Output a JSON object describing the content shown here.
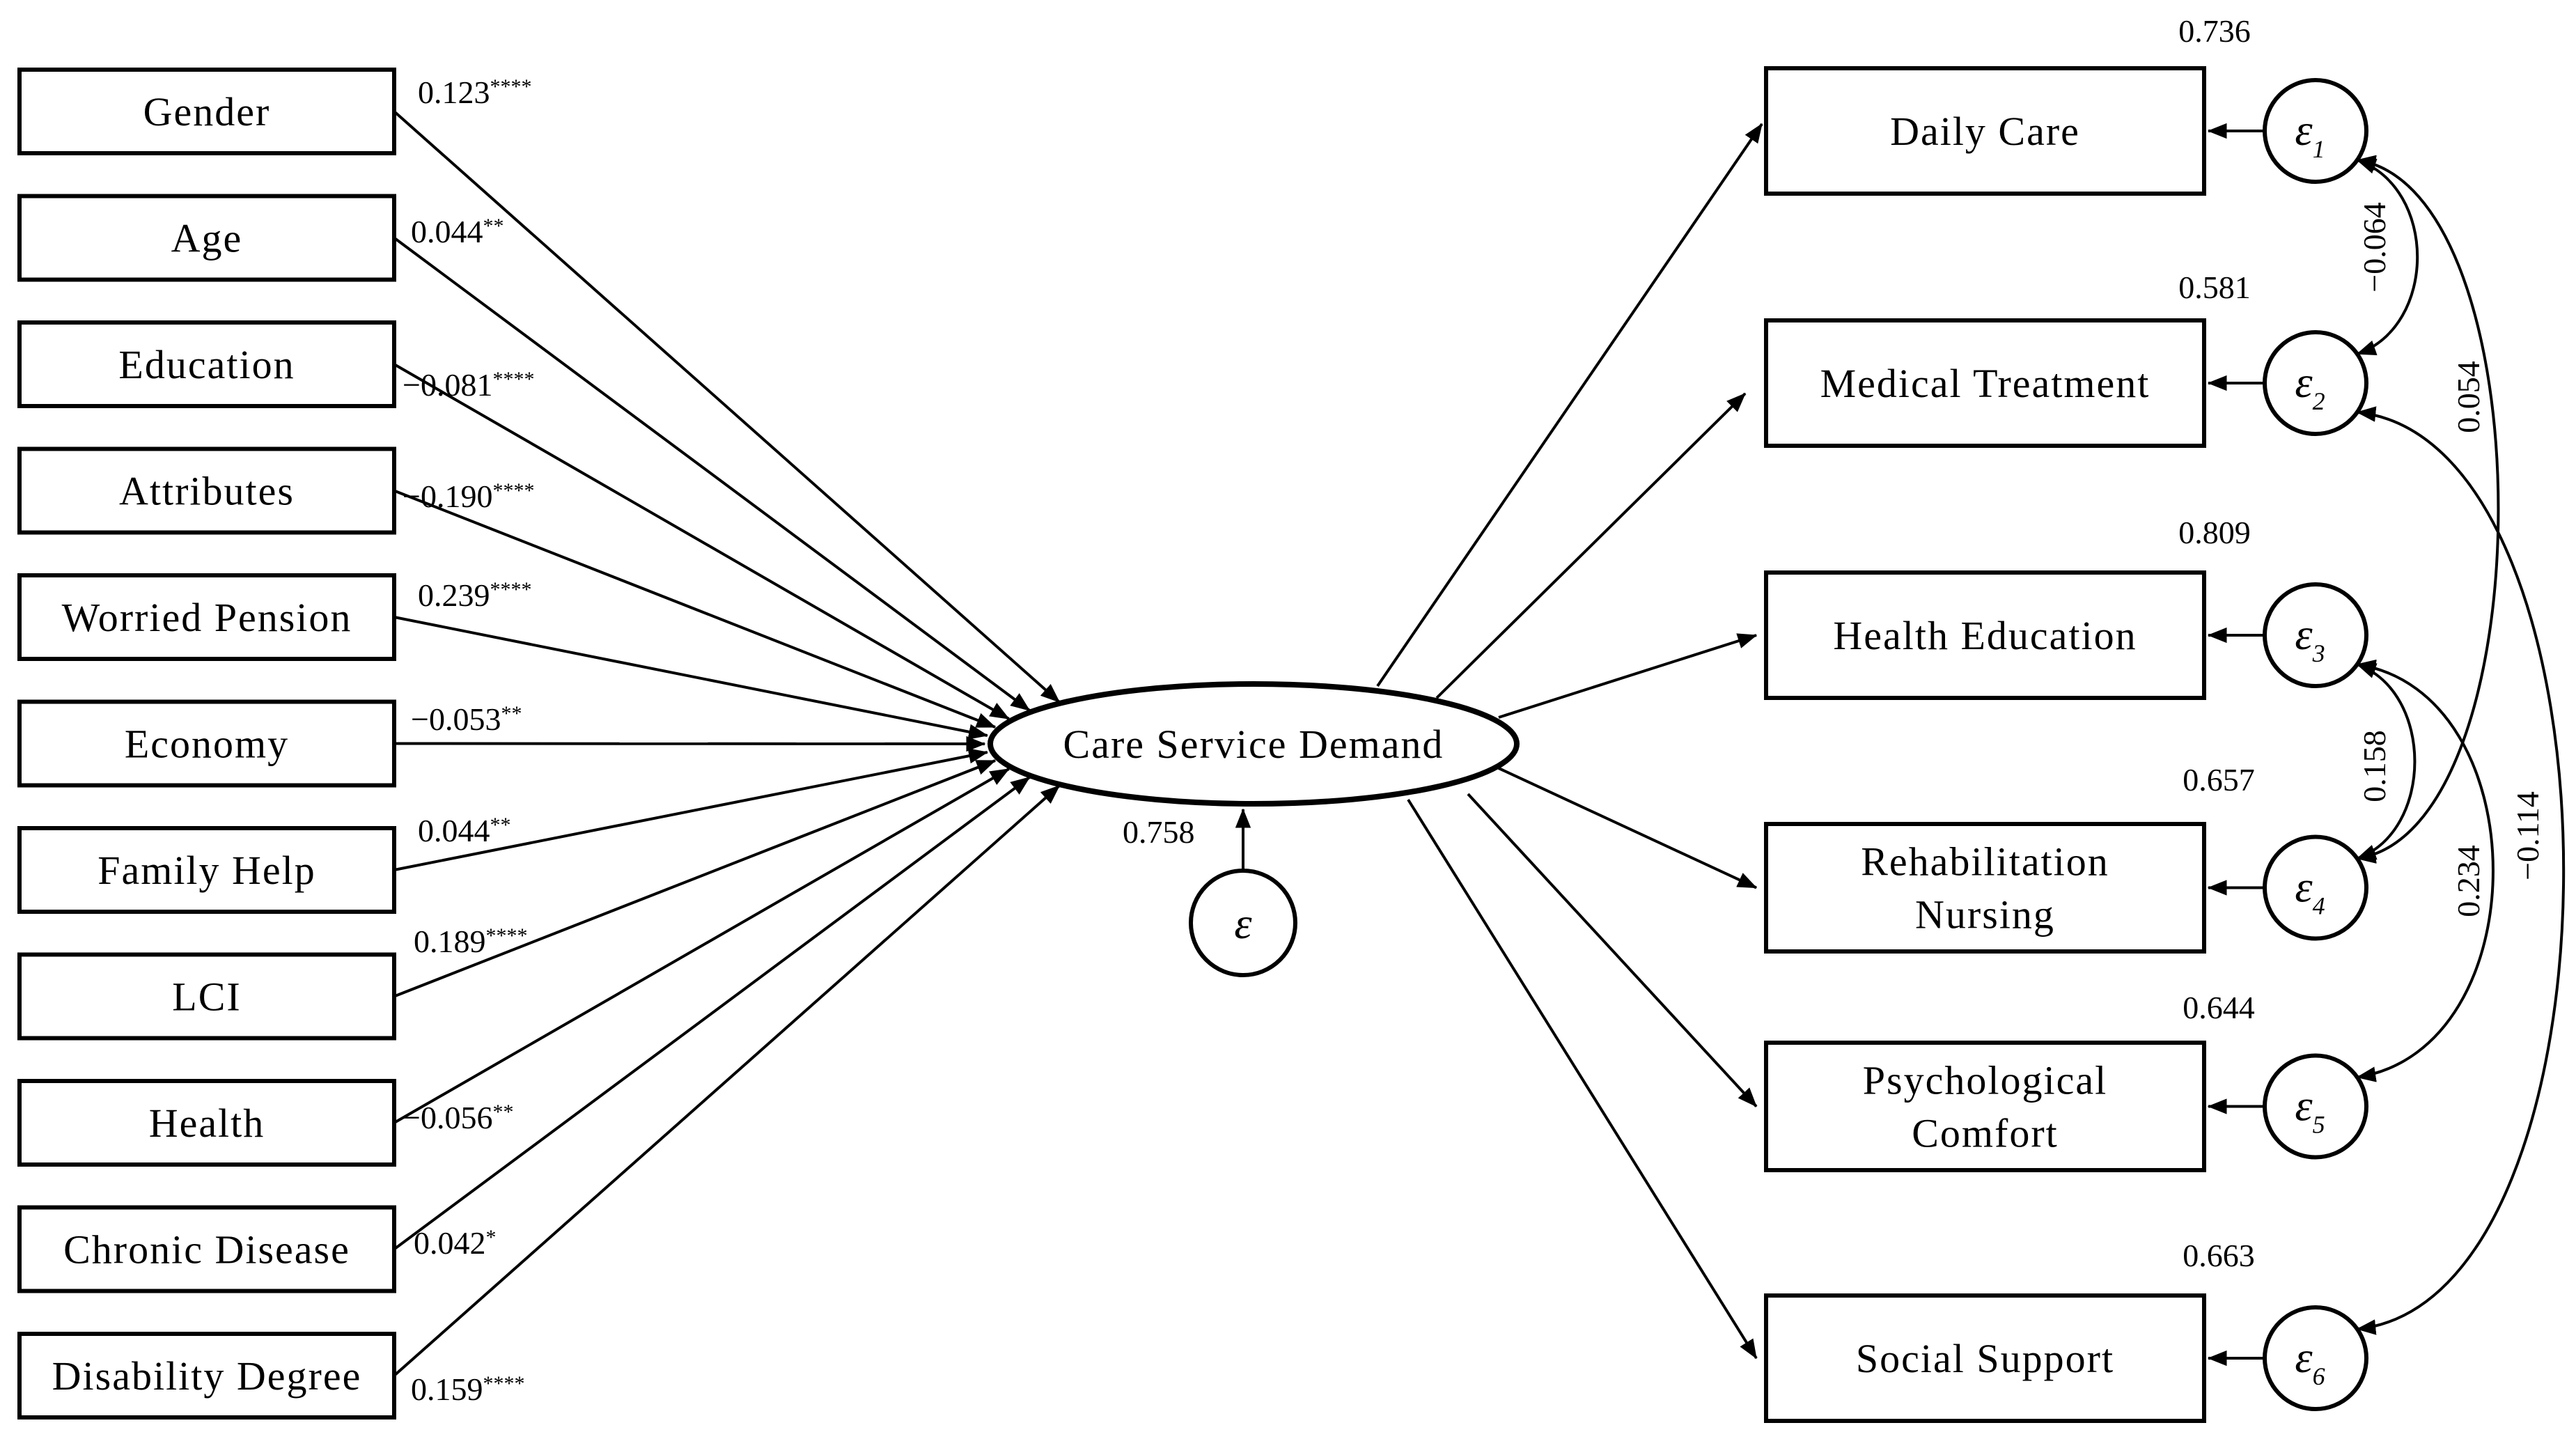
{
  "predictors": [
    {
      "label": "Gender",
      "coef": "0.123",
      "stars": "****"
    },
    {
      "label": "Age",
      "coef": "0.044",
      "stars": "**"
    },
    {
      "label": "Education",
      "coef": "−0.081",
      "stars": "****"
    },
    {
      "label": "Attributes",
      "coef": "−0.190",
      "stars": "****"
    },
    {
      "label": "Worried Pension",
      "coef": "0.239",
      "stars": "****"
    },
    {
      "label": "Economy",
      "coef": "−0.053",
      "stars": "**"
    },
    {
      "label": "Family Help",
      "coef": "0.044",
      "stars": "**"
    },
    {
      "label": "LCI",
      "coef": "0.189",
      "stars": "****"
    },
    {
      "label": "Health",
      "coef": "−0.056",
      "stars": "**"
    },
    {
      "label": "Chronic Disease",
      "coef": "0.042",
      "stars": "*"
    },
    {
      "label": "Disability Degree",
      "coef": "0.159",
      "stars": "****"
    }
  ],
  "latent": {
    "label": "Care Service Demand",
    "error_symbol": "ε",
    "error_value": "0.758"
  },
  "outcomes": [
    {
      "lines": [
        "Daily Care"
      ],
      "loading": "0.736",
      "error_symbol": "ε",
      "error_index": "1"
    },
    {
      "lines": [
        "Medical Treatment"
      ],
      "loading": "0.581",
      "error_symbol": "ε",
      "error_index": "2"
    },
    {
      "lines": [
        "Health Education"
      ],
      "loading": "0.809",
      "error_symbol": "ε",
      "error_index": "3"
    },
    {
      "lines": [
        "Rehabilitation",
        "Nursing"
      ],
      "loading": "0.657",
      "error_symbol": "ε",
      "error_index": "4"
    },
    {
      "lines": [
        "Psychological",
        "Comfort"
      ],
      "loading": "0.644",
      "error_symbol": "ε",
      "error_index": "5"
    },
    {
      "lines": [
        "Social Support"
      ],
      "loading": "0.663",
      "error_symbol": "ε",
      "error_index": "6"
    }
  ],
  "error_covariances": [
    {
      "from": 1,
      "to": 2,
      "value": "−0.064"
    },
    {
      "from": 1,
      "to": 4,
      "value": "0.054"
    },
    {
      "from": 3,
      "to": 4,
      "value": "0.158"
    },
    {
      "from": 3,
      "to": 5,
      "value": "0.234"
    },
    {
      "from": 2,
      "to": 6,
      "value": "−0.114"
    }
  ]
}
